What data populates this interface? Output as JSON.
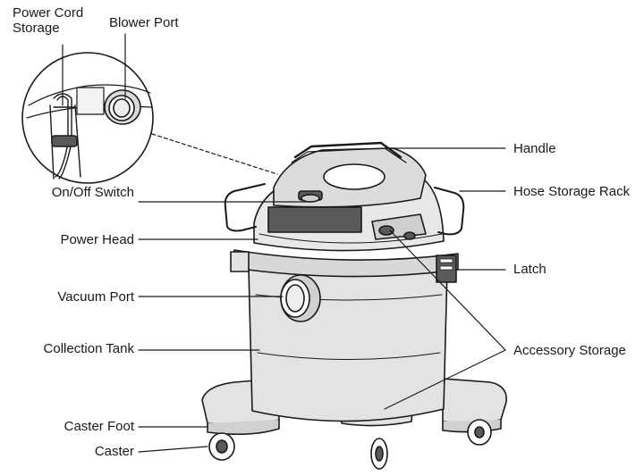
{
  "diagram": {
    "colors": {
      "line": "#1a1a1a",
      "body_fill": "#e3e3e3",
      "dark_fill": "#5a5a5a",
      "text": "#1a1a1a"
    },
    "labels": {
      "power_cord_storage_line1": "Power Cord",
      "power_cord_storage_line2": "Storage",
      "blower_port": "Blower Port",
      "on_off_switch": "On/Off Switch",
      "power_head": "Power Head",
      "vacuum_port": "Vacuum Port",
      "collection_tank": "Collection Tank",
      "caster_foot": "Caster Foot",
      "caster": "Caster",
      "handle": "Handle",
      "hose_storage_rack": "Hose Storage Rack",
      "latch": "Latch",
      "accessory_storage": "Accessory Storage"
    }
  }
}
